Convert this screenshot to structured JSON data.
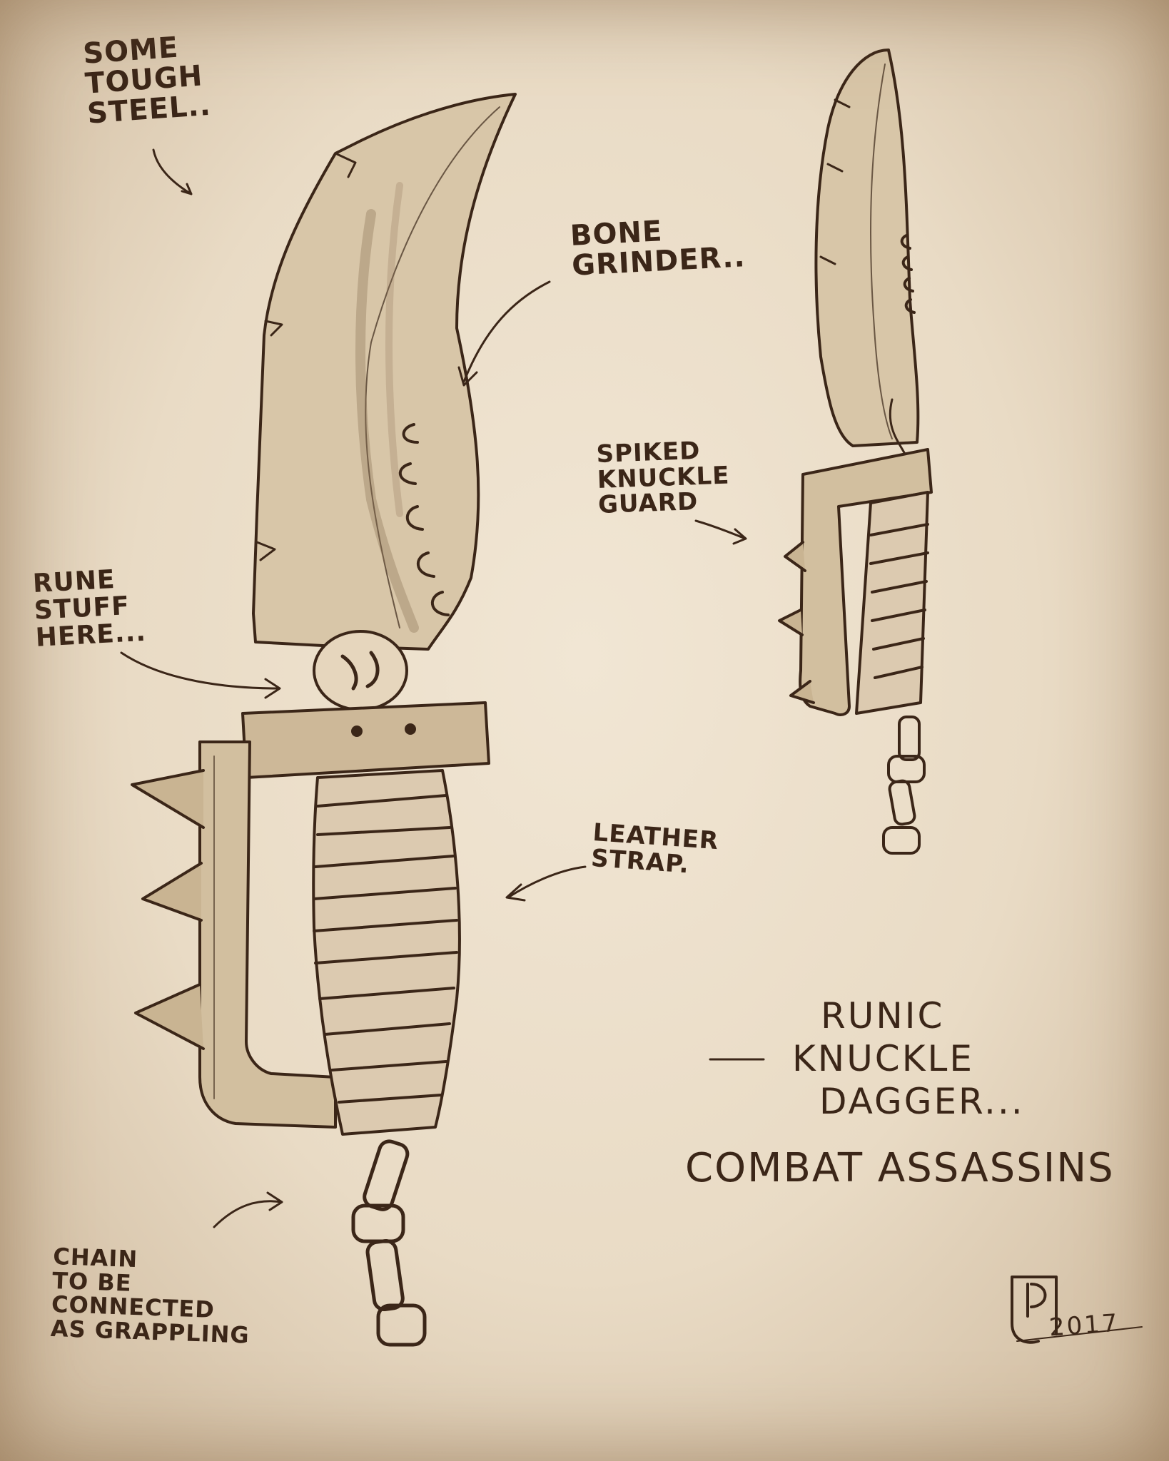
{
  "notes": {
    "tough_steel": "SOME\nTOUGH\nSTEEL..",
    "bone_grinder": "BONE\nGRINDER..",
    "rune_stuff": "RUNE\nSTUFF\nHERE...",
    "spiked_guard": "SPIKED\nKNUCKLE\nGUARD",
    "leather_strap": "LEATHER\nSTRAP.",
    "chain": "CHAIN\nTO BE\nCONNECTED\nAS GRAPPLING"
  },
  "title": {
    "line1": "RUNIC",
    "line2": "KNUCKLE",
    "line3": "DAGGER...",
    "dash": "—",
    "subtitle": "COMBAT ASSASSINS"
  },
  "signature": {
    "year": "2017"
  },
  "colors": {
    "ink": "#3b2618",
    "paper": "#e9dcc8",
    "shade": "#b9a283"
  }
}
